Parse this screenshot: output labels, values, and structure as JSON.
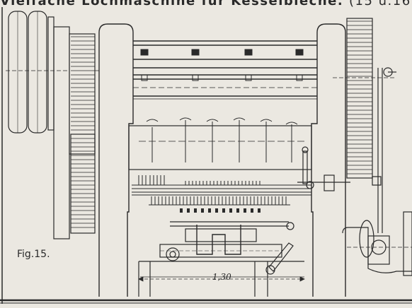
{
  "drawing": {
    "title": "Vielfache Lochmaschine für Kesselbleche.",
    "title_ref": "(15 u.16)",
    "figure_label": "Fig.15.",
    "dimension_label": "1,30"
  },
  "colors": {
    "ink": "#2a2a2a",
    "paper": "#ebe8e1"
  }
}
